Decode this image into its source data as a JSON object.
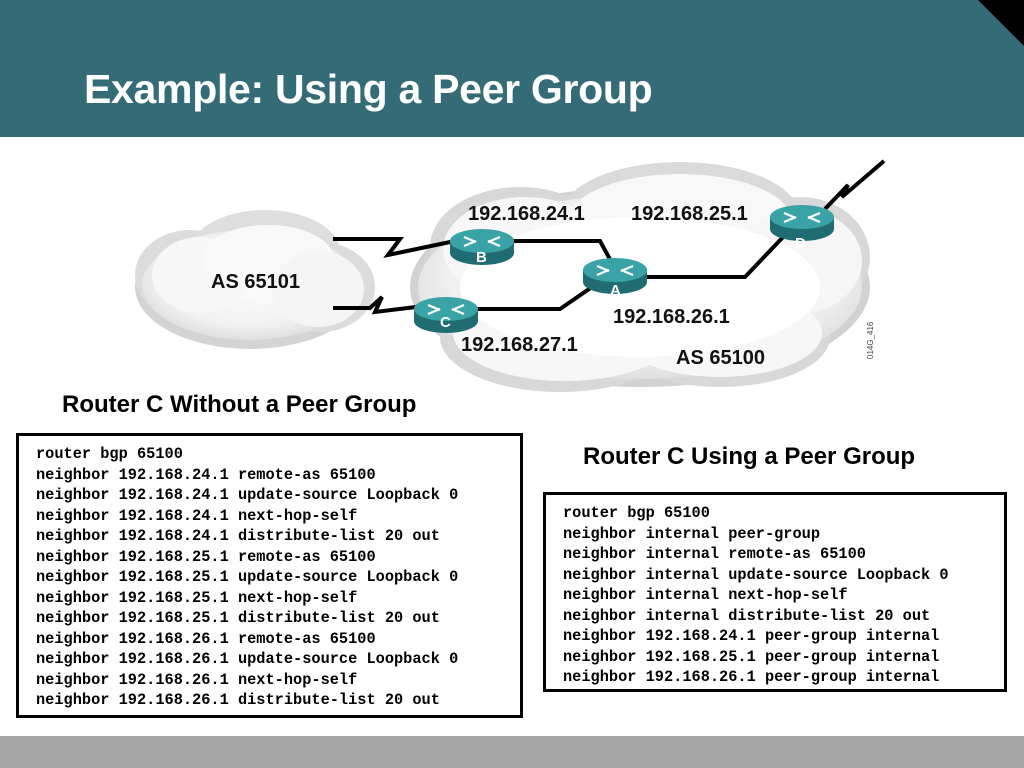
{
  "header": {
    "title": "Example: Using a Peer Group",
    "color": "#336b76"
  },
  "diagram": {
    "as_left": "AS 65101",
    "as_right": "AS 65100",
    "routers": [
      {
        "letter": "B",
        "icon": "router-icon"
      },
      {
        "letter": "C",
        "icon": "router-icon"
      },
      {
        "letter": "A",
        "icon": "router-icon"
      },
      {
        "letter": "D",
        "icon": "router-icon"
      }
    ],
    "router_color": "#2e8a8f",
    "labels": {
      "ip_b": "192.168.24.1",
      "ip_d": "192.168.25.1",
      "ip_a": "192.168.26.1",
      "ip_c": "192.168.27.1"
    },
    "figure_code": "014G_416"
  },
  "left_section": {
    "title": "Router C Without a Peer Group",
    "lines": [
      "router bgp 65100",
      "neighbor 192.168.24.1 remote-as 65100",
      "neighbor 192.168.24.1 update-source Loopback 0",
      "neighbor 192.168.24.1 next-hop-self",
      "neighbor 192.168.24.1 distribute-list 20 out",
      "neighbor 192.168.25.1 remote-as 65100",
      "neighbor 192.168.25.1 update-source Loopback 0",
      "neighbor 192.168.25.1 next-hop-self",
      "neighbor 192.168.25.1 distribute-list 20 out",
      "neighbor 192.168.26.1 remote-as 65100",
      "neighbor 192.168.26.1 update-source Loopback 0",
      "neighbor 192.168.26.1 next-hop-self",
      "neighbor 192.168.26.1 distribute-list 20 out"
    ]
  },
  "right_section": {
    "title": "Router C Using a Peer Group",
    "lines": [
      "router bgp 65100",
      "neighbor internal peer-group",
      "neighbor internal remote-as 65100",
      "neighbor internal update-source Loopback 0",
      "neighbor internal next-hop-self",
      "neighbor internal distribute-list 20 out",
      "neighbor 192.168.24.1 peer-group internal",
      "neighbor 192.168.25.1 peer-group internal",
      "neighbor 192.168.26.1 peer-group internal"
    ]
  }
}
